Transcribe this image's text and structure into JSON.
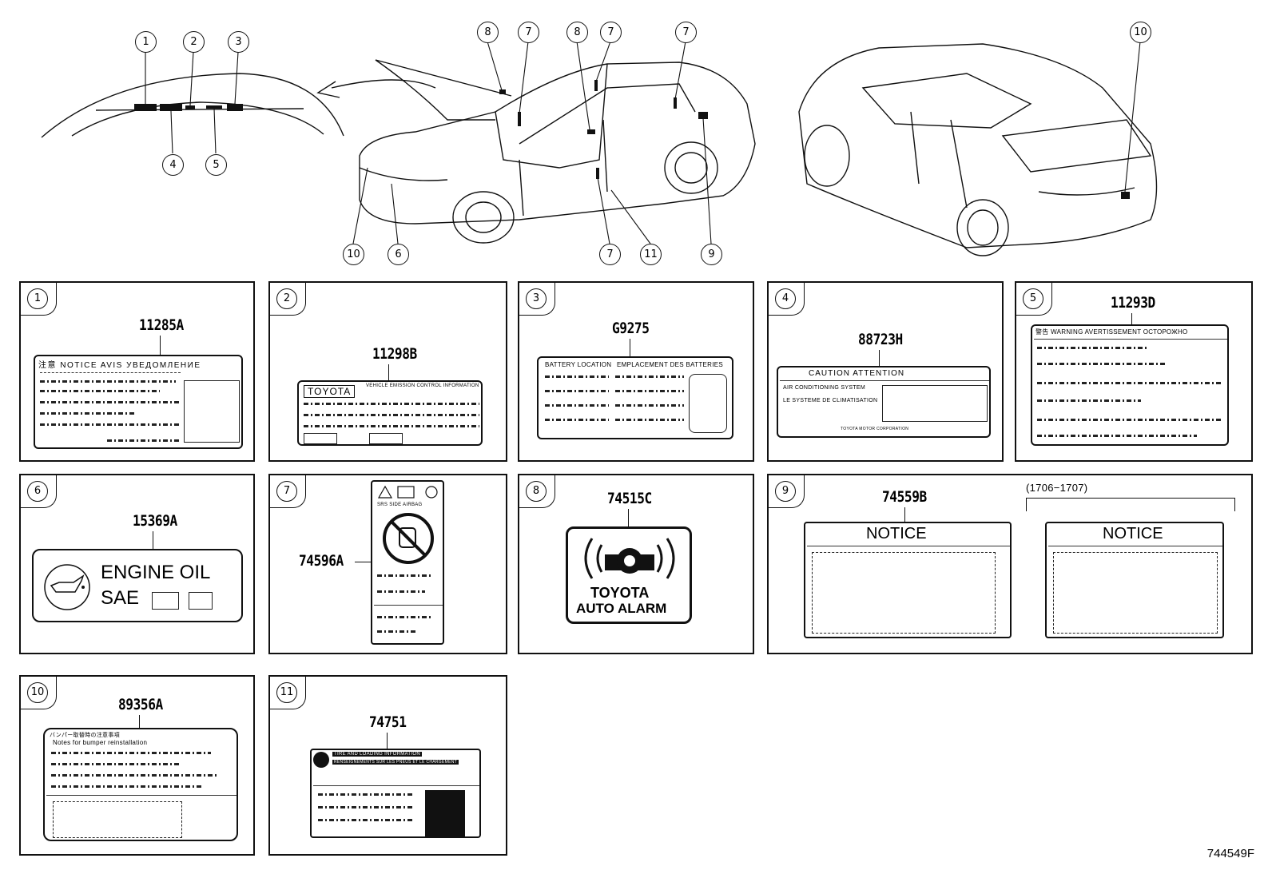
{
  "diagram_id": "744549F",
  "callouts": {
    "dash": [
      "1",
      "2",
      "3",
      "4",
      "5"
    ],
    "front": [
      "8",
      "7",
      "8",
      "7",
      "7",
      "10",
      "6",
      "7",
      "11",
      "9"
    ],
    "rear": [
      "10"
    ]
  },
  "panels": [
    {
      "num": "1",
      "part": "11285A",
      "header": "注意 NOTICE AVIS УВЕДОМЛЕНИЕ"
    },
    {
      "num": "2",
      "part": "11298B",
      "brand": "TOYOTA",
      "info": "VEHICLE EMISSION CONTROL INFORMATION"
    },
    {
      "num": "3",
      "part": "G9275",
      "left": "BATTERY LOCATION",
      "right": "EMPLACEMENT DES BATTERIES"
    },
    {
      "num": "4",
      "part": "88723H",
      "header": "CAUTION  ATTENTION",
      "line1": "AIR CONDITIONING SYSTEM",
      "line2": "LE SYSTEME DE CLIMATISATION",
      "maker": "TOYOTA MOTOR CORPORATION"
    },
    {
      "num": "5",
      "part": "11293D",
      "header": "警告 WARNING AVERTISSEMENT ОСТОРОЖНО"
    },
    {
      "num": "6",
      "part": "15369A",
      "line1": "ENGINE OIL",
      "line2": "SAE"
    },
    {
      "num": "7",
      "part": "74596A",
      "airbag": "SRS SIDE AIRBAG"
    },
    {
      "num": "8",
      "part": "74515C",
      "line1": "TOYOTA",
      "line2": "AUTO ALARM"
    },
    {
      "num": "9",
      "part": "74559B",
      "notice": "NOTICE",
      "range": "(1706−1707)"
    },
    {
      "num": "10",
      "part": "89356A",
      "line1": "バンパー取替時の注意事項",
      "line2": "Notes for bumper reinstallation"
    },
    {
      "num": "11",
      "part": "74751",
      "line1": "TIRE AND LOADING INFORMATION",
      "line2": "RENSEIGNEMENTS SUR LES PNEUS ET LE CHARGEMENT"
    }
  ]
}
